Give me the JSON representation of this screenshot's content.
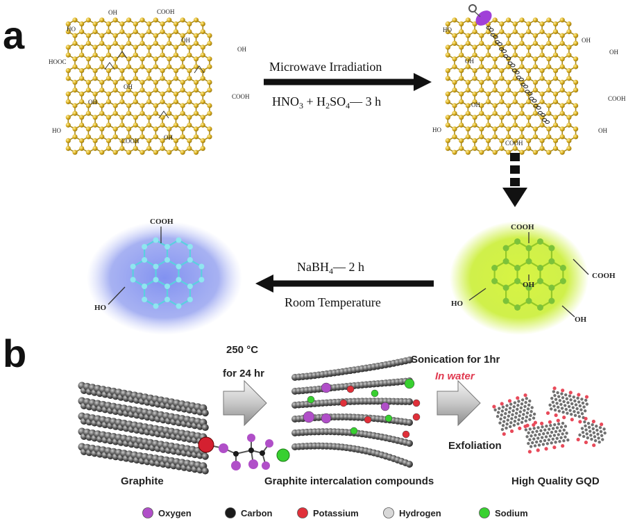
{
  "panel_a": {
    "letter": "a",
    "step1": {
      "line1": "Microwave Irradiation",
      "line2": "HNO",
      "sub1": "3",
      "plus": " + H",
      "sub2": "2",
      "so": "SO",
      "sub3": "4",
      "tail": "— 3 h"
    },
    "step2": {
      "line1": "NaBH",
      "sub1": "4",
      "tail": "—  2 h",
      "line2": "Room Temperature"
    },
    "groups": {
      "oh": "OH",
      "cooh": "COOH",
      "hooc": "HOOC",
      "ho": "HO"
    }
  },
  "panel_b": {
    "letter": "b",
    "cond1_line1": "250 °C",
    "cond1_line2": "for 24 hr",
    "sonication": "Sonication for 1hr",
    "in_water": "In water",
    "exfoliation": "Exfoliation",
    "label_graphite": "Graphite",
    "label_gic": "Graphite intercalation compounds",
    "label_gqd": "High Quality GQD"
  },
  "legend": [
    {
      "label": "Oxygen",
      "color": "#b04fc8"
    },
    {
      "label": "Carbon",
      "color": "#1a1a1a"
    },
    {
      "label": "Potassium",
      "color": "#e0303a"
    },
    {
      "label": "Hydrogen",
      "color": "#d8d8d8"
    },
    {
      "label": "Sodium",
      "color": "#38d030"
    }
  ],
  "colors": {
    "go_atom": "#d8ac1c",
    "go_bond": "#a88a18",
    "gqd_glow": "#c8ee20",
    "gqd_blue": "#6f7fe6",
    "gqd_bond": "#5ad0e0",
    "arrow": "#111111",
    "gray_arrow": "#b0b0b0"
  }
}
